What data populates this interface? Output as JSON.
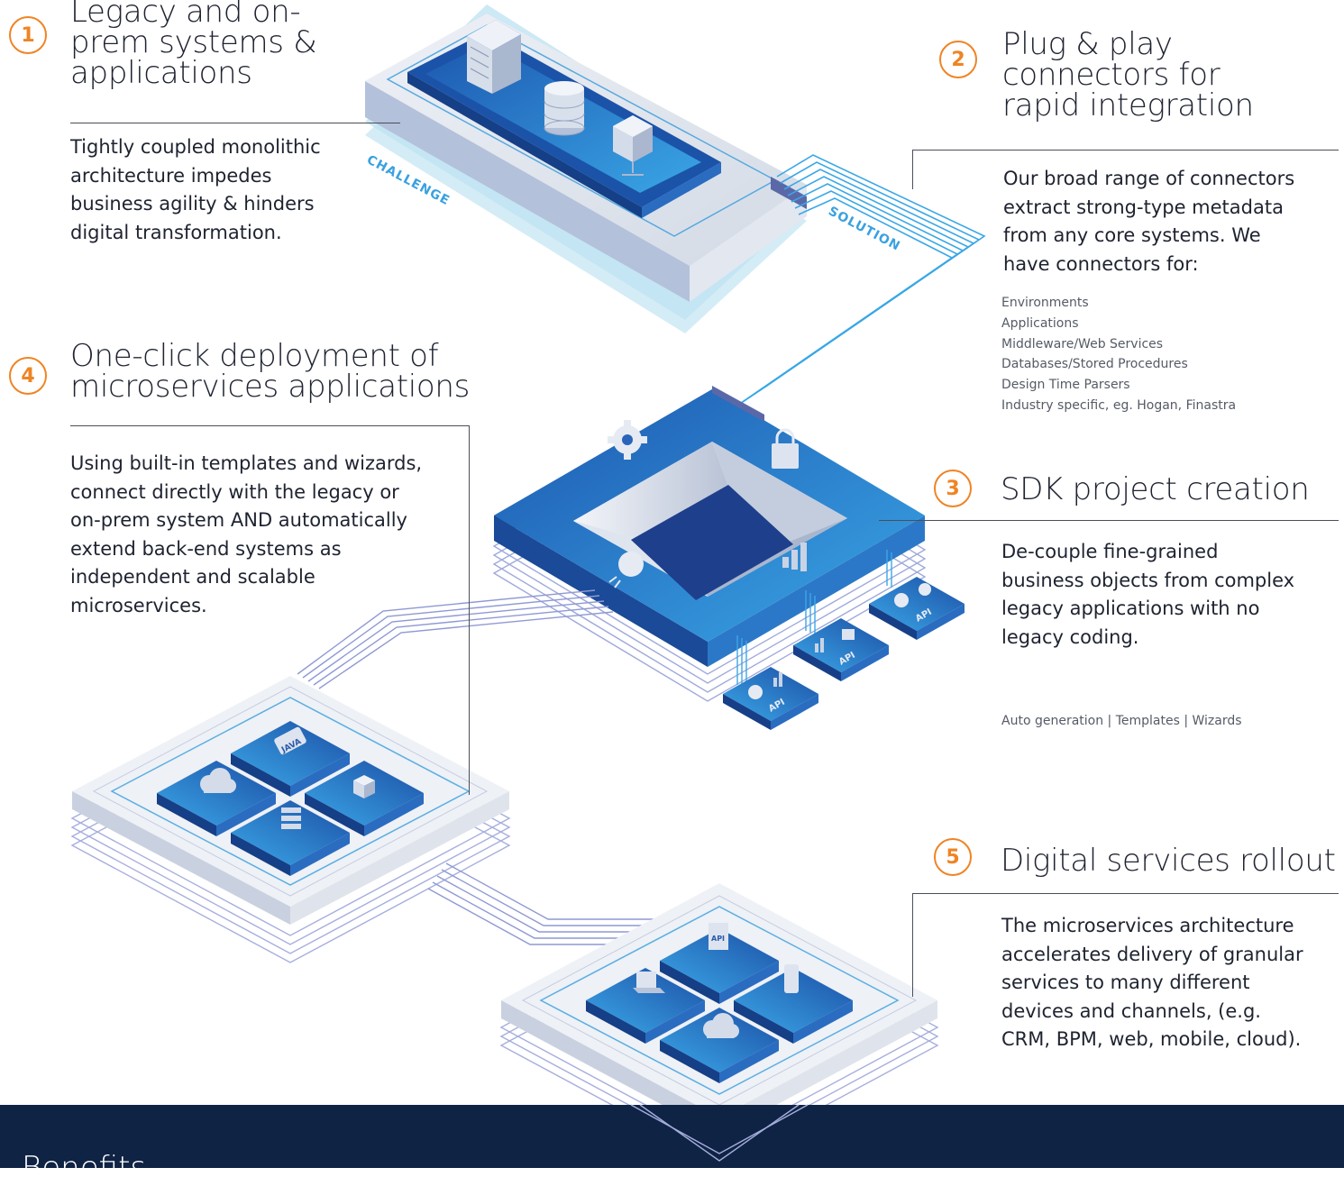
{
  "steps": [
    {
      "number": "1",
      "title_lines": [
        "Legacy and on-",
        "prem systems &",
        "applications"
      ],
      "desc_lines": [
        "Tightly coupled monolithic",
        "architecture impedes",
        "business agility & hinders",
        "digital transformation."
      ]
    },
    {
      "number": "2",
      "title_lines": [
        "Plug & play",
        "connectors for",
        "rapid integration"
      ],
      "desc_lines": [
        "Our broad range of connectors",
        "extract strong-type metadata",
        "from any core systems. We",
        "have connectors for:"
      ],
      "connectors": [
        "Environments",
        "Applications",
        "Middleware/Web Services",
        "Databases/Stored Procedures",
        "Design Time Parsers",
        "Industry specific, eg. Hogan, Finastra"
      ]
    },
    {
      "number": "3",
      "title_lines": [
        "SDK project creation"
      ],
      "desc_lines": [
        "De-couple fine-grained",
        "business objects from complex",
        "legacy applications with no",
        "legacy coding."
      ],
      "features": "Auto generation  |  Templates  |  Wizards"
    },
    {
      "number": "4",
      "title_lines": [
        "One-click deployment of",
        "microservices applications"
      ],
      "desc_lines": [
        "Using built-in templates and wizards,",
        "connect directly with the legacy or",
        "on-prem system AND automatically",
        "extend back-end systems as",
        "independent and scalable",
        "microservices."
      ]
    },
    {
      "number": "5",
      "title_lines": [
        "Digital services rollout"
      ],
      "desc_lines": [
        "The microservices architecture",
        "accelerates delivery of granular",
        "services to many different",
        "devices and channels, (e.g.",
        "CRM, BPM, web, mobile, cloud)."
      ]
    }
  ],
  "diagram_labels": {
    "challenge": "CHALLENGE",
    "solution": "SOLUTION",
    "api": "API",
    "java": "JAVA"
  },
  "footer": {
    "title": "Benefits"
  },
  "colors": {
    "accent": "#ef8424",
    "deep_blue": "#1e5bb0",
    "light_blue": "#3aa8e6",
    "navy": "#0f2344",
    "platform_grey": "#dde3ec"
  }
}
